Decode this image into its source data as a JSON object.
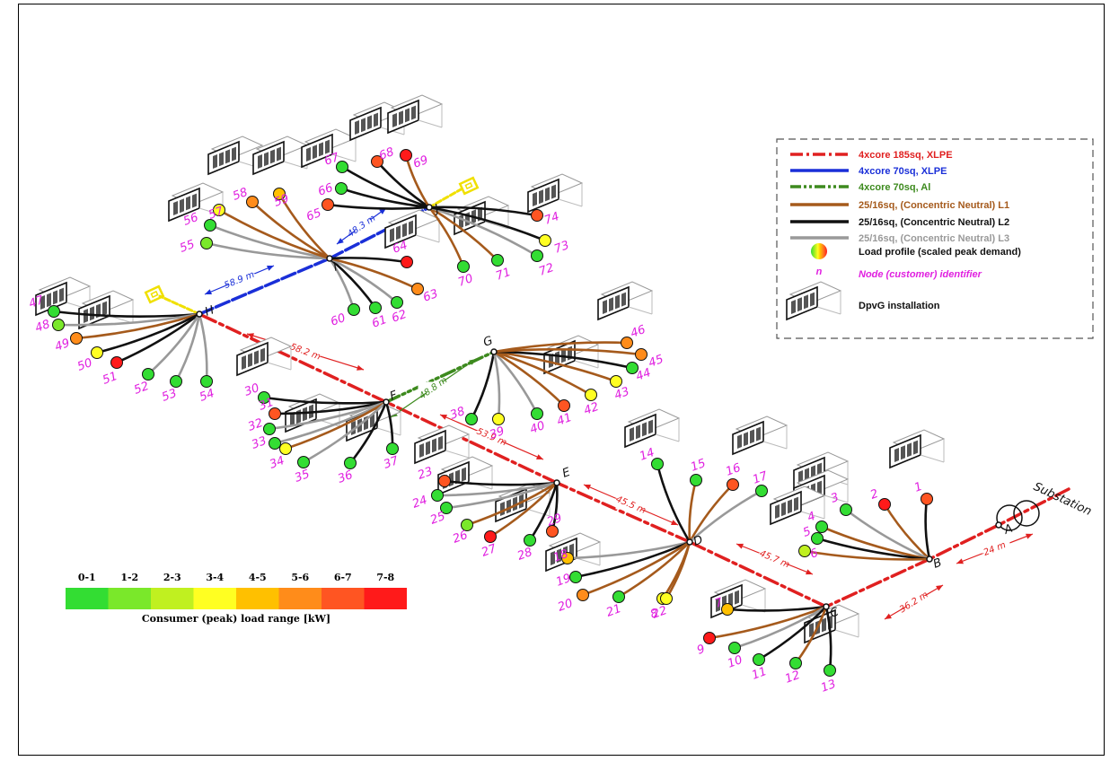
{
  "legend": {
    "items": [
      {
        "label": "4xcore 185sq, XLPE",
        "color": "#e02020"
      },
      {
        "label": "4xcore 70sq, XLPE",
        "color": "#1a2fd8"
      },
      {
        "label": "4xcore 70sq, Al",
        "color": "#3d8a1e"
      },
      {
        "label": "25/16sq, (Concentric Neutral) L1",
        "color": "#a55a1c"
      },
      {
        "label": "25/16sq, (Concentric Neutral) L2",
        "color": "#111111"
      },
      {
        "label": "25/16sq, (Concentric Neutral) L3",
        "color": "#999999"
      },
      {
        "label": "Load profile (scaled peak demand)",
        "color": "#111111"
      },
      {
        "label": "Node (customer) identifier",
        "color": "#e020e0",
        "symbol": "n"
      },
      {
        "label": "DpvG installation",
        "color": "#111111"
      }
    ]
  },
  "scale": {
    "ranges": [
      "0-1",
      "1-2",
      "2-3",
      "3-4",
      "4-5",
      "5-6",
      "6-7",
      "7-8"
    ],
    "colors": [
      "#33dd33",
      "#7ae82a",
      "#c0f020",
      "#ffff22",
      "#ffc000",
      "#ff8c1a",
      "#ff5522",
      "#ff1a1a"
    ],
    "caption": "Consumer (peak) load range [kW]"
  },
  "substation_label": "Substation",
  "bus_labels": [
    "A",
    "B",
    "C",
    "D",
    "E",
    "F",
    "G",
    "H",
    "I",
    "J"
  ],
  "distances": [
    {
      "text": "24 m",
      "color": "#e02020"
    },
    {
      "text": "36.2 m",
      "color": "#e02020"
    },
    {
      "text": "45.7 m",
      "color": "#e02020"
    },
    {
      "text": "45.5 m",
      "color": "#e02020"
    },
    {
      "text": "53.9 m",
      "color": "#e02020"
    },
    {
      "text": "58.2 m",
      "color": "#e02020"
    },
    {
      "text": "48.8 m",
      "color": "#3d8a1e"
    },
    {
      "text": "58.9 m",
      "color": "#1a2fd8"
    },
    {
      "text": "48.3 m",
      "color": "#1a2fd8"
    }
  ],
  "nodes": [
    {
      "id": "1",
      "load_kw": 6.5
    },
    {
      "id": "2",
      "load_kw": 7.5
    },
    {
      "id": "3",
      "load_kw": 0.5
    },
    {
      "id": "4",
      "load_kw": 0.5
    },
    {
      "id": "5",
      "load_kw": 0.5
    },
    {
      "id": "6",
      "load_kw": 2.5
    },
    {
      "id": "7",
      "load_kw": 4.5
    },
    {
      "id": "8",
      "load_kw": 3.5
    },
    {
      "id": "9",
      "load_kw": 7.5
    },
    {
      "id": "10",
      "load_kw": 0.5
    },
    {
      "id": "11",
      "load_kw": 0.5
    },
    {
      "id": "12",
      "load_kw": 0.5
    },
    {
      "id": "13",
      "load_kw": 0.5
    },
    {
      "id": "14",
      "load_kw": 0.5
    },
    {
      "id": "15",
      "load_kw": 0.5
    },
    {
      "id": "16",
      "load_kw": 6.5
    },
    {
      "id": "17",
      "load_kw": 0.5
    },
    {
      "id": "18",
      "load_kw": 4.5
    },
    {
      "id": "19",
      "load_kw": 0.5
    },
    {
      "id": "20",
      "load_kw": 5.5
    },
    {
      "id": "21",
      "load_kw": 0.5
    },
    {
      "id": "22",
      "load_kw": 3.5
    },
    {
      "id": "23",
      "load_kw": 6.5
    },
    {
      "id": "24",
      "load_kw": 0.5
    },
    {
      "id": "25",
      "load_kw": 0.5
    },
    {
      "id": "26",
      "load_kw": 1.5
    },
    {
      "id": "27",
      "load_kw": 7.5
    },
    {
      "id": "28",
      "load_kw": 0.5
    },
    {
      "id": "29",
      "load_kw": 6.5
    },
    {
      "id": "30",
      "load_kw": 0.5
    },
    {
      "id": "31",
      "load_kw": 6.5
    },
    {
      "id": "32",
      "load_kw": 0.5
    },
    {
      "id": "33",
      "load_kw": 0.5
    },
    {
      "id": "34",
      "load_kw": 3.5
    },
    {
      "id": "35",
      "load_kw": 0.5
    },
    {
      "id": "36",
      "load_kw": 0.5
    },
    {
      "id": "37",
      "load_kw": 0.5
    },
    {
      "id": "38",
      "load_kw": 0.5
    },
    {
      "id": "39",
      "load_kw": 3.5
    },
    {
      "id": "40",
      "load_kw": 0.5
    },
    {
      "id": "41",
      "load_kw": 6.5
    },
    {
      "id": "42",
      "load_kw": 3.5
    },
    {
      "id": "43",
      "load_kw": 3.5
    },
    {
      "id": "44",
      "load_kw": 0.5
    },
    {
      "id": "45",
      "load_kw": 5.5
    },
    {
      "id": "46",
      "load_kw": 5.5
    },
    {
      "id": "47",
      "load_kw": 0.5
    },
    {
      "id": "48",
      "load_kw": 1.5
    },
    {
      "id": "49",
      "load_kw": 5.5
    },
    {
      "id": "50",
      "load_kw": 3.5
    },
    {
      "id": "51",
      "load_kw": 7.5
    },
    {
      "id": "52",
      "load_kw": 0.5
    },
    {
      "id": "53",
      "load_kw": 0.5
    },
    {
      "id": "54",
      "load_kw": 0.5
    },
    {
      "id": "55",
      "load_kw": 1.5
    },
    {
      "id": "56",
      "load_kw": 0.5
    },
    {
      "id": "57",
      "load_kw": 3.5
    },
    {
      "id": "58",
      "load_kw": 5.5
    },
    {
      "id": "59",
      "load_kw": 4.5
    },
    {
      "id": "60",
      "load_kw": 0.5
    },
    {
      "id": "61",
      "load_kw": 0.5
    },
    {
      "id": "62",
      "load_kw": 0.5
    },
    {
      "id": "63",
      "load_kw": 5.5
    },
    {
      "id": "64",
      "load_kw": 7.5
    },
    {
      "id": "65",
      "load_kw": 6.5
    },
    {
      "id": "66",
      "load_kw": 0.5
    },
    {
      "id": "67",
      "load_kw": 0.5
    },
    {
      "id": "68",
      "load_kw": 6.5
    },
    {
      "id": "69",
      "load_kw": 7.5
    },
    {
      "id": "70",
      "load_kw": 0.5
    },
    {
      "id": "71",
      "load_kw": 0.5
    },
    {
      "id": "72",
      "load_kw": 0.5
    },
    {
      "id": "73",
      "load_kw": 3.5
    },
    {
      "id": "74",
      "load_kw": 6.5
    }
  ]
}
